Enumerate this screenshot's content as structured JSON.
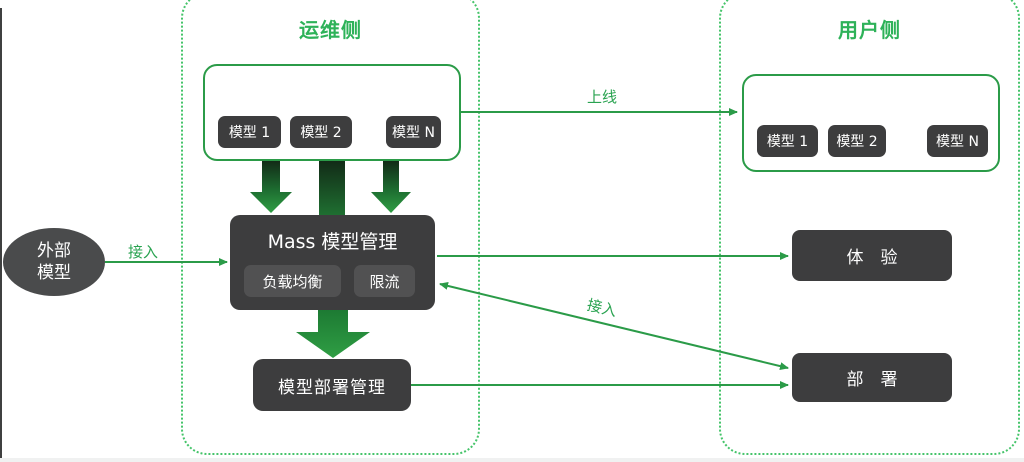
{
  "colors": {
    "accent_green": "#2b9b48",
    "title_green": "#2eb259",
    "dashed_green": "#45c46a",
    "box_dark": "#3d3d3e",
    "box_button": "#515152",
    "ellipse_gray": "#4a4b4c",
    "thick_arrow_dark": "#122b17",
    "thick_arrow_bright": "#2f9e44"
  },
  "external_model": {
    "label": "外部\n模型"
  },
  "ops_side": {
    "title": "运维侧",
    "model_pool": [
      "模型 1",
      "模型 2",
      "模型 N"
    ],
    "mass": {
      "title": "Mass 模型管理",
      "load_balance": "负载均衡",
      "rate_limit": "限流"
    },
    "deploy_mgmt": "模型部署管理"
  },
  "user_side": {
    "title": "用户侧",
    "model_pool": [
      "模型 1",
      "模型 2",
      "模型 N"
    ],
    "experience": "体　验",
    "deploy": "部　署"
  },
  "edge_labels": {
    "online": "上线",
    "access_external": "接入",
    "access_deploy": "接入"
  }
}
